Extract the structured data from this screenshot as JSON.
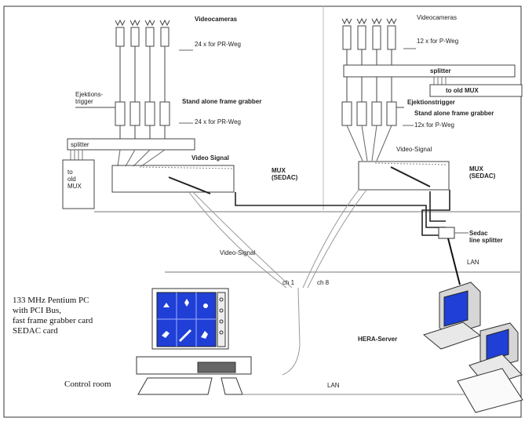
{
  "left": {
    "cameras_title": "Videocameras",
    "cameras_count": "24 x for PR-Weg",
    "trigger": "Ejektions-\ntrigger",
    "grabber_title": "Stand alone frame grabber",
    "grabber_count": "24 x for PR-Weg",
    "splitter": "splitter",
    "old_mux": "to\nold\nMUX",
    "video_signal": "Video Signal",
    "mux": "MUX\n(SEDAC)"
  },
  "right": {
    "cameras_title": "Videocameras",
    "cameras_count": "12 x for P-Weg",
    "splitter": "splitter",
    "old_mux": "to old MUX",
    "trigger": "Ejektionstrigger",
    "grabber_title": "Stand alone frame grabber",
    "grabber_count": "12x for P-Weg",
    "video_signal": "Video-Signal",
    "mux": "MUX\n(SEDAC)"
  },
  "middle": {
    "sedac_splitter": "Sedac\nline splitter",
    "lan_upper": "LAN",
    "video_signal": "Video-Signal",
    "ch1": "ch 1",
    "ch8": "ch 8"
  },
  "control_room": {
    "pc_desc": "133 MHz Pentium PC\nwith PCI Bus,\nfast frame grabber card\nSEDAC card",
    "label": "Control room",
    "server": "HERA-Server",
    "lan_lower": "LAN"
  },
  "colors": {
    "screen_blue": "#1f3fd6",
    "line": "#555555",
    "divider": "#bbbbbb"
  }
}
